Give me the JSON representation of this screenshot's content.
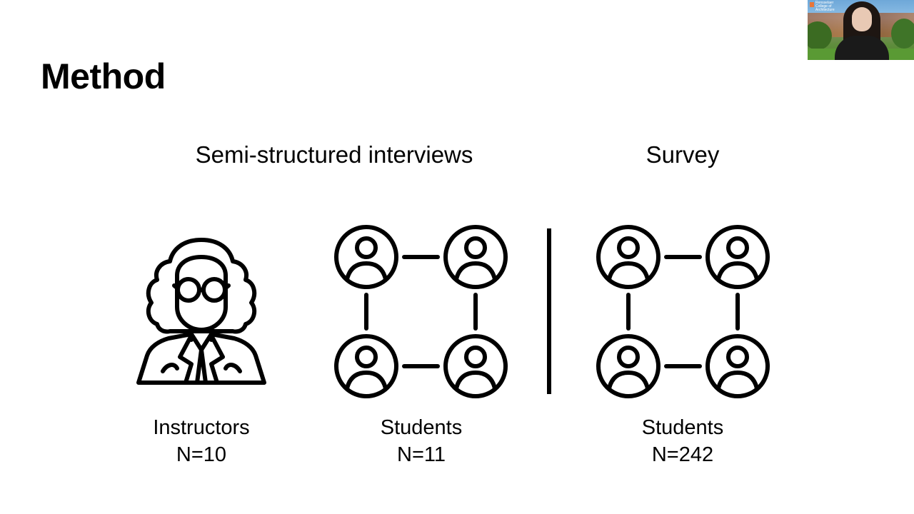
{
  "slide": {
    "title": "Method",
    "sections": {
      "interviews": {
        "heading": "Semi-structured interviews",
        "groups": [
          {
            "label": "Instructors",
            "count": "N=10",
            "icon": "instructor-icon"
          },
          {
            "label": "Students",
            "count": "N=11",
            "icon": "student-network-icon"
          }
        ]
      },
      "survey": {
        "heading": "Survey",
        "groups": [
          {
            "label": "Students",
            "count": "N=242",
            "icon": "student-network-icon"
          }
        ]
      }
    }
  },
  "webcam": {
    "logo_text": "Rensselaer College of Architecture"
  },
  "colors": {
    "background": "#ffffff",
    "foreground": "#000000"
  }
}
